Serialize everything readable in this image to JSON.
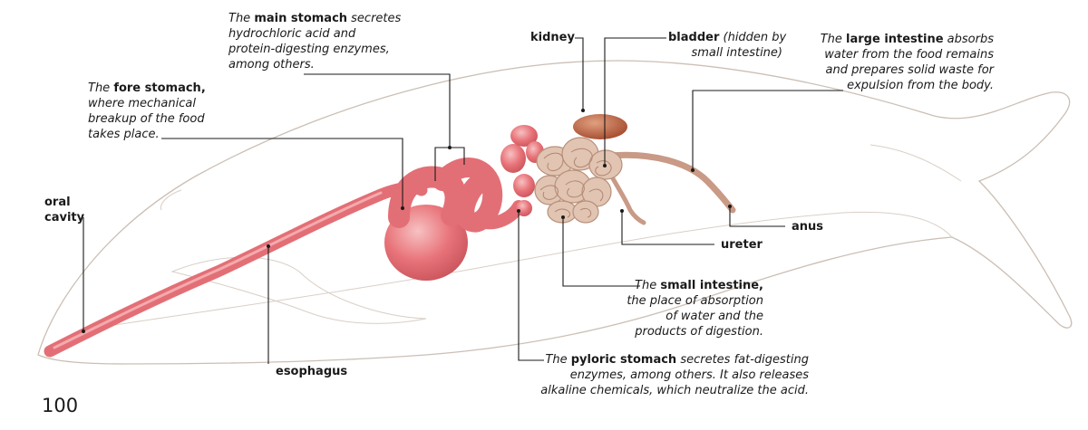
{
  "page_number": "100",
  "labels": {
    "main_stomach": {
      "pre": "The ",
      "term": "main stomach",
      "post": " secretes",
      "line2": "hydrochloric acid and",
      "line3": "protein-digesting enzymes,",
      "line4": "among others."
    },
    "fore_stomach": {
      "pre": "The ",
      "term": "fore stomach,",
      "line2": "where mechanical",
      "line3": "breakup of the food",
      "line4": "takes place."
    },
    "kidney": "kidney",
    "bladder": {
      "term": "bladder",
      "post": " (hidden by",
      "line2": "small intestine)"
    },
    "large_intestine": {
      "pre": "The ",
      "term": "large intestine",
      "post": " absorbs",
      "line2": "water from the food remains",
      "line3": "and prepares solid waste for",
      "line4": "expulsion from the body."
    },
    "oral_cavity": {
      "line1": "oral",
      "line2": "cavity"
    },
    "anus": "anus",
    "ureter": "ureter",
    "small_intestine": {
      "pre": "The ",
      "term": "small intestine,",
      "line2": "the place of absorption",
      "line3": "of water and the",
      "line4": "products of digestion."
    },
    "esophagus": "esophagus",
    "pyloric_stomach": {
      "pre": "The ",
      "term": "pyloric stomach",
      "post": " secretes fat-digesting",
      "line2": "enzymes, among others. It also releases",
      "line3": "alkaline chemicals, which neutralize the acid."
    }
  },
  "colors": {
    "whale_outline": "#c9bfb6",
    "stomach": "#e8747a",
    "stomach_light": "#f4a7aa",
    "intestine": "#d6b8a6",
    "kidney": "#b45a3e",
    "leader_line": "#1a1a1a"
  }
}
